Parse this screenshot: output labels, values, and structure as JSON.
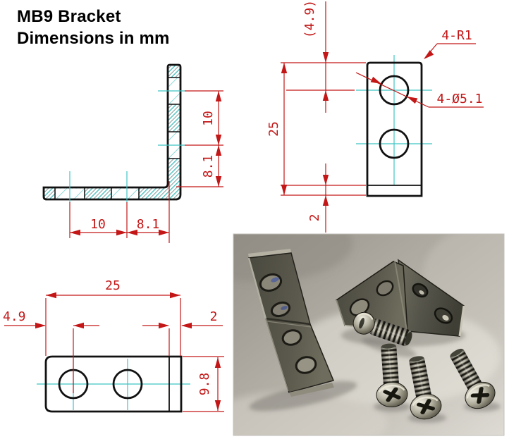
{
  "title": {
    "line1": "MB9 Bracket",
    "line2": "Dimensions in mm"
  },
  "drawing": {
    "units": "mm",
    "side_view": {
      "dim_vertical_upper": "10",
      "dim_vertical_lower": "8.1",
      "dim_horizontal_left": "10",
      "dim_horizontal_right": "8.1"
    },
    "front_view": {
      "dim_top": "(4.9)",
      "dim_height": "25",
      "dim_bottom": "2",
      "label_corner_radius": "4-R1",
      "label_hole_diameter": "4-Ø5.1"
    },
    "top_view": {
      "dim_length": "25",
      "dim_hole_offset": "4.9",
      "dim_bend": "2",
      "dim_width": "9.8"
    }
  },
  "colors": {
    "dimension_red": "#c31616",
    "centerline_cyan": "#3fc4c4",
    "outline_black": "#111111",
    "photo_background": "#aeaaa1"
  },
  "photo": {
    "bracket_count": 2,
    "screw_count": 4
  }
}
